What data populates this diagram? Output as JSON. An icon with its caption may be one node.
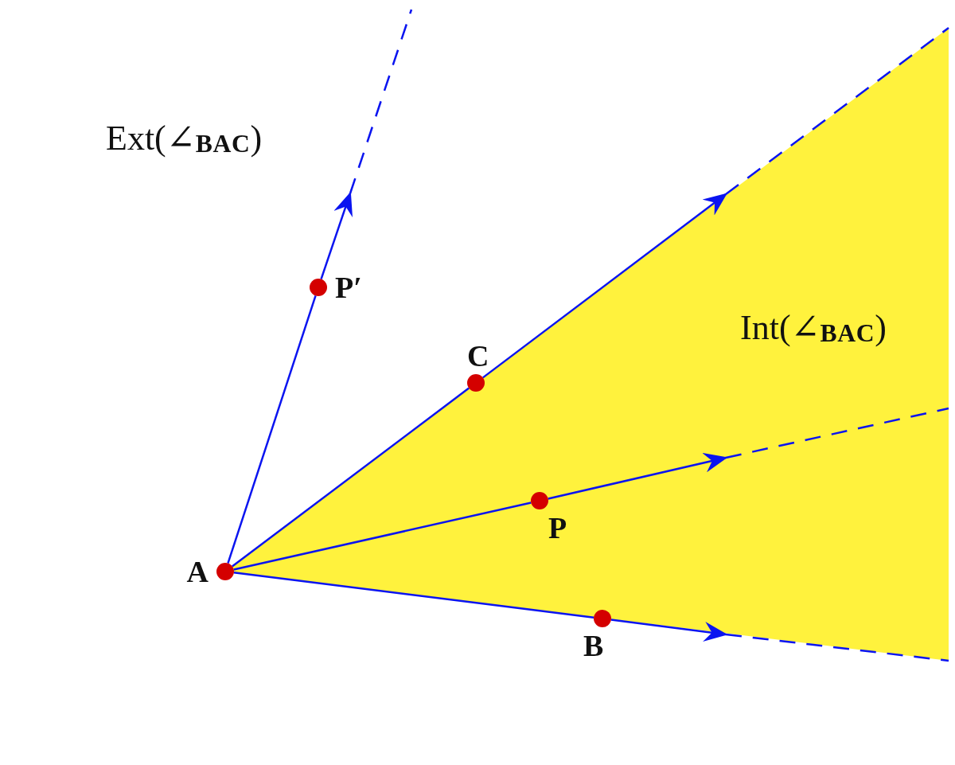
{
  "diagram": {
    "nodes": [
      {
        "text": [
          "A"
        ]
      },
      {
        "text": [
          "B"
        ]
      },
      {
        "text": [
          "C"
        ]
      },
      {
        "text": [
          "P"
        ]
      },
      {
        "text": [
          "P′"
        ]
      }
    ],
    "edges": [
      {
        "from": 0,
        "to": 2,
        "arrow": "none"
      },
      {
        "from": 2,
        "to": null,
        "arrow": "to"
      },
      {
        "from": 0,
        "to": 3,
        "arrow": "none"
      },
      {
        "from": 3,
        "to": null,
        "arrow": "to"
      },
      {
        "from": 0,
        "to": 1,
        "arrow": "none"
      },
      {
        "from": 1,
        "to": null,
        "arrow": "to"
      },
      {
        "from": 0,
        "to": 4,
        "arrow": "none"
      },
      {
        "from": 4,
        "to": null,
        "arrow": "to"
      }
    ],
    "labels": [
      "Ext(∠$_{BAC}$)",
      "Int(∠$_{BAC}$)"
    ]
  }
}
